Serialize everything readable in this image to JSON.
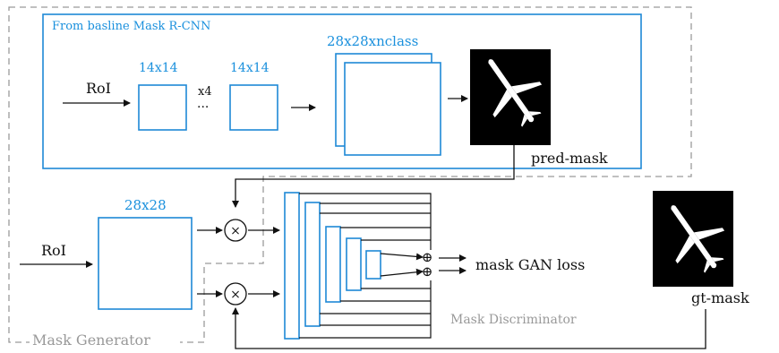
{
  "colors": {
    "blue": "#1e88d6",
    "blue_text": "#1a90dd",
    "gray_dash": "#9a9a9a",
    "gray_text": "#999999",
    "black": "#111111"
  },
  "top_box": {
    "title": "From basline Mask R-CNN"
  },
  "roi_top": "RoI",
  "conv1_label": "14x14",
  "conv2_label": "14x14",
  "repeat_label": "x4",
  "dots_label": "···",
  "stack_label": "28x28xnclass",
  "pred_mask_label": "pred-mask",
  "generator_conv_label": "28x28",
  "roi_bottom": "RoI",
  "multiply_symbol": "×",
  "plus_symbol": "⊕",
  "loss_label": "mask GAN loss",
  "gt_mask_label": "gt-mask",
  "discriminator_label": "Mask Discriminator",
  "generator_label": "Mask Generator",
  "icons": [
    "airplane-silhouette-icon",
    "airplane-silhouette-icon"
  ]
}
